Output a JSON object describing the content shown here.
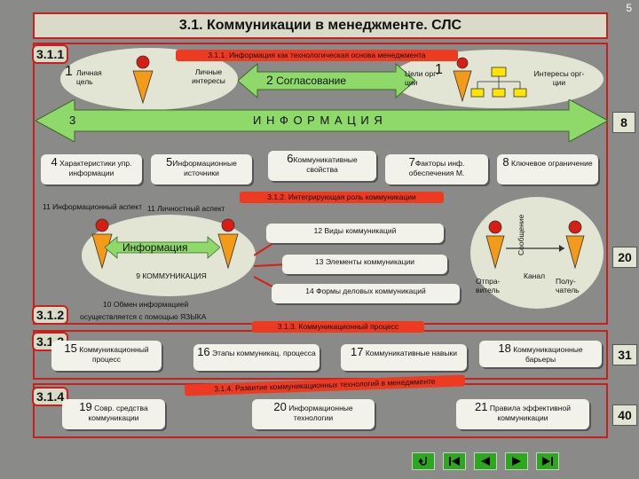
{
  "page_number": "5",
  "title": "3.1. Коммуникации в менеджменте. СЛС",
  "sections": {
    "s311": "3.1.1",
    "s312": "3.1.2",
    "s313": "3.1.3",
    "s314": "3.1.4"
  },
  "bands": {
    "b311": "3.1.1. Информация как технологическая основа менеджмента",
    "b312": "3.1.2. Интегрирующая роль коммуникации",
    "b313": "3.1.3. Коммуникационный процесс",
    "b314": "3.1.4. Развитие коммуникационных технологий в менеджменте"
  },
  "top": {
    "n1a": "1",
    "personal_goal": "Личная цель",
    "personal_interests": "Личные интересы",
    "n2": "2",
    "agreement": "Согласование",
    "org_goals": "Цели орг-ции",
    "n1b": "1",
    "org_interests": "Интересы орг-ции"
  },
  "info_arrow": {
    "n3": "3",
    "label": "И Н Ф О Р М А Ц И Я",
    "n8": "8"
  },
  "boxes": {
    "b4n": "4",
    "b4": "Характеристики упр. информации",
    "b5n": "5",
    "b5": "Информационные источники",
    "b6n": "6",
    "b6": "Коммуникативные свойства",
    "b7n": "7",
    "b7": "Факторы инф. обеспечения М.",
    "b8n": "8",
    "b8": "Ключевое ограничение",
    "b15n": "15",
    "b15": "Коммуникационный процесс",
    "b16n": "16",
    "b16": "Этапы коммуникац. процесса",
    "b17n": "17",
    "b17": "Коммуникативные навыки",
    "b18n": "18",
    "b18": "Коммуникационные барьеры",
    "b19n": "19",
    "b19": "Совр. средства коммуникации",
    "b20n": "20",
    "b20": "Информационные технологии",
    "b21n": "21",
    "b21": "Правила эффективной коммуникации"
  },
  "mid": {
    "i11a": "11 Информационный аспект",
    "i11b": "11 Личностный аспект",
    "information": "Информация",
    "i9": "9 КОММУНИКАЦИЯ",
    "i10": "10 Обмен информацией",
    "via": "осуществляется с помощью ЯЗЫКА",
    "i12": "12 Виды коммуникаций",
    "i13": "13 Элементы коммуникации",
    "i14": "14 Формы деловых коммуникаций",
    "message": "Сообщение",
    "sender": "Отпра-витель",
    "channel": "Канал",
    "receiver": "Полу-чатель"
  },
  "side_numbers": {
    "s8": "8",
    "s20": "20",
    "s31": "31",
    "s40": "40"
  },
  "nav": [
    "return-icon",
    "first-icon",
    "prev-icon",
    "next-icon",
    "last-icon"
  ],
  "colors": {
    "background": "#8a8a88",
    "frame": "#c8201e",
    "band": "#ef3a22",
    "arrow": "#8fd86a",
    "figure_orange": "#f39a18",
    "figure_red": "#d81e14"
  }
}
